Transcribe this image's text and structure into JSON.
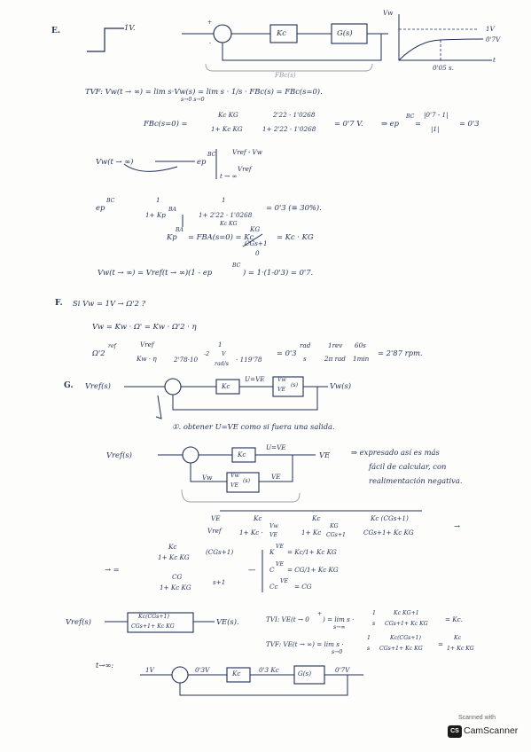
{
  "section_e": {
    "letter": "E.",
    "step_input": "1V.",
    "block_kc": "Kc",
    "block_g": "G(s)",
    "sum_plus": "+",
    "sum_minus": "-",
    "loop_label": "FBc(s)",
    "graph_axis_y": "Vw",
    "graph_axis_x": "t",
    "graph_level_1": "1V",
    "graph_level_2": "0'7V",
    "graph_time": "0'05 s.",
    "tvf_line": "TVF: Vw(t → ∞) = lim s·Vw(s) = lim s · 1/s · FBc(s) = FBc(s=0).",
    "tvf_sub": "s→0                    s→0",
    "fbc_lhs": "FBc(s=0) =",
    "fbc_num1": "Kc KG",
    "fbc_den1": "1+ Kc KG",
    "fbc_num2": "2'22 · 1'0268",
    "fbc_den2": "1+ 2'22 · 1'0268",
    "fbc_result": "= 0'7 V.",
    "ep_arrow": "⇒ ep",
    "ep_sup": "BC",
    "ep_eq": "=",
    "ep_num": "|0'7 - 1|",
    "ep_den": "|1|",
    "ep_result": "= 0'3",
    "vw_inf": "Vw(t → ∞)",
    "ep_bc_label": "ep",
    "ep_bc_sup": "BC",
    "ep_frac_num": "Vref - Vw",
    "ep_frac_den": "Vref",
    "ep_frac_cond": "t → ∞",
    "ep2_lhs": "ep",
    "ep2_sup": "BC",
    "ep2_num1": "1",
    "ep2_den1": "1+ Kp",
    "ep2_den1_sup": "BA",
    "ep2_num2": "1",
    "ep2_den2": "1+ 2'22 · 1'0268",
    "ep2_den2_under": "Kc KG",
    "ep2_result": "= 0'3 (≡ 30%).",
    "kp_line": "Kp",
    "kp_sup": "BA",
    "kp_eq": "= FBA(s=0) = Kc",
    "kp_frac_num": "KG",
    "kp_frac_den": "CGs+1",
    "kp_end": "= Kc · KG",
    "kp_zero": "0",
    "vw_final": "Vw(t → ∞) = Vref(t → ∞)(1 - ep",
    "vw_final_sup": "BC",
    "vw_final_end": ") = 1·(1-0'3) = 0'7."
  },
  "section_f": {
    "letter": "F.",
    "line1": "Si  Vw = 1V → Ω'2 ?",
    "line2": "Vw = Kw · Ω' = Kw · Ω'2 · η",
    "omega_lhs": "Ω'2",
    "omega_sup": "ref",
    "omega_num1": "Vref",
    "omega_den1": "Kw · η",
    "omega_num2": "1",
    "omega_den2a": "2'78·10",
    "omega_den2_exp": "-2",
    "omega_den2_unit_num": "V",
    "omega_den2_unit_den": "rad/s",
    "omega_den2b": "· 119'78",
    "omega_result": "= 0'3",
    "omega_u1_num": "rad",
    "omega_u1_den": "s",
    "omega_u2_num": "1rev",
    "omega_u2_den": "2π rad",
    "omega_u3_num": "60s",
    "omega_u3_den": "1min",
    "omega_final": "= 2'87 rpm."
  },
  "section_g": {
    "letter": "G.",
    "input": "Vref(s)",
    "block_kc": "Kc",
    "u_label": "U=VE",
    "block_vwve_num": "Vw",
    "block_vwve_den": "VE",
    "block_vwve_s": "(s)",
    "output": "Vw(s)",
    "note": "①. obtener U=VE como si fuera una salida.",
    "input2": "Vref(s)",
    "u_label2": "U=VE",
    "out2": "VE",
    "vw_mid": "Vw",
    "block2_num": "Vw",
    "block2_den": "VE",
    "block2_s": "(s)",
    "ve_back": "VE",
    "expr_note_1": "⇒ expresado así es más",
    "expr_note_2": "fácil de calcular, con",
    "expr_note_3": "realimentación negativa.",
    "tf_lhs_num": "VE",
    "tf_lhs_den": "Vref",
    "tf_a_num": "Kc",
    "tf_a_den": "1+ Kc ·",
    "tf_a_den_fnum": "Vw",
    "tf_a_den_fden": "VE",
    "tf_b_num": "Kc",
    "tf_b_den": "1+ Kc",
    "tf_b_den_fnum": "KG",
    "tf_b_den_fden": "CGs+1",
    "tf_c_num": "Kc (CGs+1)",
    "tf_c_den": "CGs+1+ Kc KG",
    "tf_arrow": "→",
    "big_lead": "→ =",
    "big_num_frac_num": "Kc",
    "big_num_frac_den": "1+ Kc KG",
    "big_num_tail": "(CGs+1)",
    "big_den_frac_num": "CG",
    "big_den_frac_den": "1+ Kc KG",
    "big_den_tail": "s+1",
    "big_dash": "—",
    "k_ve": "K",
    "k_ve_sup": "VE",
    "k_ve_val": "= Kc/1+ Kc KG",
    "c_ve": "C",
    "c_ve_sup": "VE",
    "c_ve_val": "= CG/1+ Kc KG",
    "c_c": "Cc",
    "c_c_sup": "VE",
    "c_c_val": "= CG",
    "bd_in": "Vref(s)",
    "bd_block_num": "Kc(CGs+1)",
    "bd_block_den": "CGs+1+ Kc KG",
    "bd_out": "VE(s).",
    "tvi": "TVI: VE(t → 0",
    "tvi_sup": "+",
    "tvi_mid": ") = lim s ·",
    "tvi_lim_sub": "s→∞",
    "tvi_f1_num": "1",
    "tvi_f1_den": "s",
    "tvi_f2_num": "Kc KG+1",
    "tvi_f2_den": "CGs+1+ Kc KG",
    "tvi_end": "= Kc.",
    "tvf": "TVF: VE(t → ∞) = lim s ·",
    "tvf_lim_sub": "s→0",
    "tvf_f1_num": "1",
    "tvf_f1_den": "s",
    "tvf_f2_num": "Kc(CGs+1)",
    "tvf_f2_den": "CGs+1+ Kc KG",
    "tvf_end_eq": "=",
    "tvf_end_num": "Kc",
    "tvf_end_den": "1+ Kc KG",
    "tinf": "t→∞:",
    "sig_1v": "1V",
    "sig_03": "0'3V",
    "sig_03kc": "0'3 Kc",
    "sig_07": "0'7V",
    "blk_kc": "Kc",
    "blk_g": "G(s)"
  },
  "badge": {
    "scanned_with": "Scanned with",
    "logo": "CS",
    "name": "CamScanner"
  }
}
